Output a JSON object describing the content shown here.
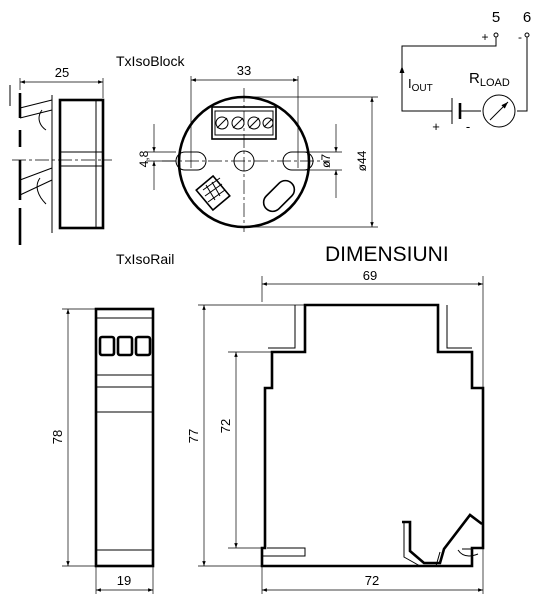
{
  "block": {
    "title": "TxIsoBlock",
    "dim_width_side": "25",
    "dim_width_front": "33",
    "dim_hole_offset": "4,8",
    "dim_hole_diameter": "ø7",
    "dim_body_diameter": "ø44"
  },
  "circuit": {
    "terminal_plus_number": "5",
    "terminal_minus_number": "6",
    "terminal_plus_sign": "+",
    "terminal_minus_sign": "-",
    "current_label_main": "I",
    "current_label_sub": "OUT",
    "load_label_main": "R",
    "load_label_sub": "LOAD",
    "supply_plus": "+",
    "supply_minus": "-"
  },
  "heading": "DIMENSIUNI",
  "rail": {
    "title": "TxIsoRail",
    "dim_height_front": "78",
    "dim_width_front": "19",
    "dim_height_total": "77",
    "dim_height_inner": "72",
    "dim_width_top": "69",
    "dim_width_bottom": "72"
  }
}
